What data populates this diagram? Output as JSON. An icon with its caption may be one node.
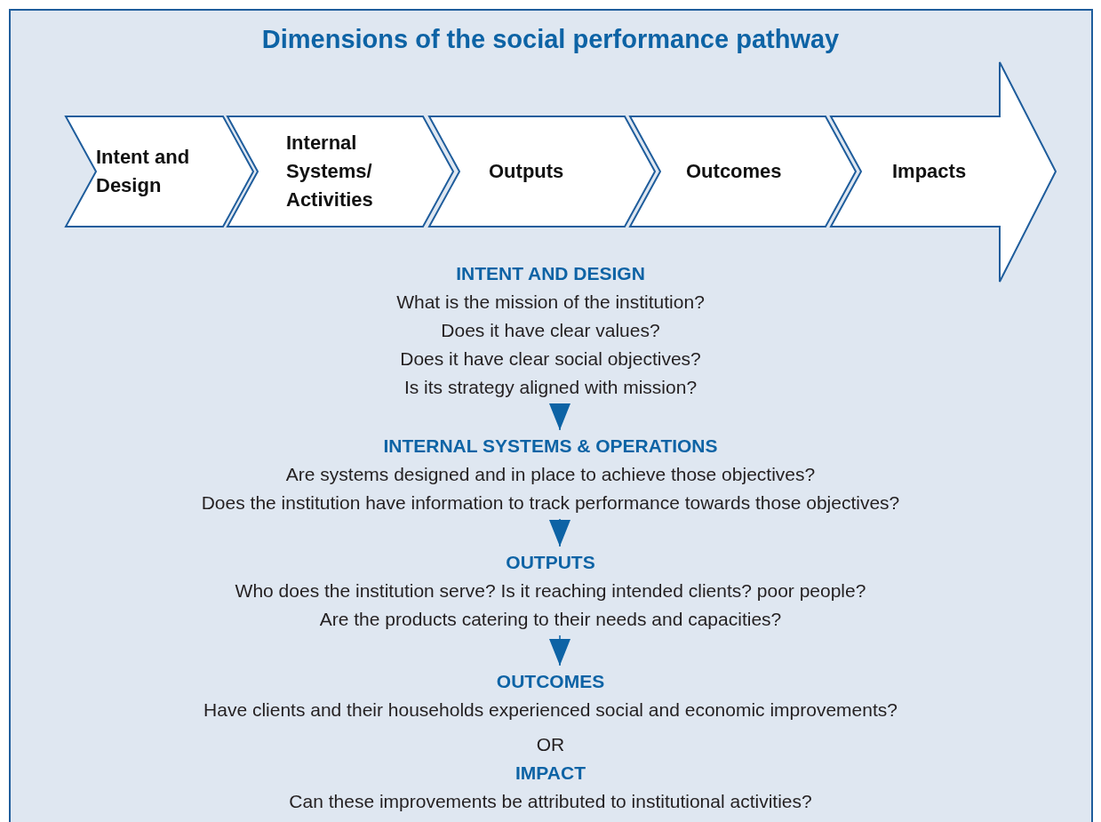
{
  "diagram": {
    "title": "Dimensions of the social performance pathway",
    "nodes": [
      {
        "text": [
          "Intent and Design"
        ]
      },
      {
        "text": [
          "Internal Systems/ Activities"
        ]
      },
      {
        "text": [
          "Outputs"
        ]
      },
      {
        "text": [
          "Outcomes"
        ]
      },
      {
        "text": [
          "Impacts"
        ]
      },
      {
        "text": [
          "INTENT AND DESIGN",
          "What is the mission of the institution?",
          "Does it have clear values?",
          "Does it have clear social objectives?",
          "Is its strategy aligned with mission?"
        ]
      },
      {
        "text": [
          "INTERNAL SYSTEMS & OPERATIONS",
          "Are systems designed and in place to achieve those objectives?",
          "Does the institution have information to track performance towards those objectives?"
        ]
      },
      {
        "text": [
          "OUTPUTS",
          "Who does the institution serve? Is it reaching intended clients? poor people?",
          "Are the products catering to their needs and capacities?"
        ]
      },
      {
        "text": [
          "OUTCOMES",
          "Have clients and their households experienced social and economic improvements?"
        ]
      },
      {
        "text": [
          "IMPACT",
          "Can these improvements be attributed to institutional activities?"
        ]
      }
    ],
    "edges": [
      {
        "from": 5,
        "to": 6,
        "arrow": "to"
      },
      {
        "from": 6,
        "to": 7,
        "arrow": "to"
      },
      {
        "from": 7,
        "to": 8,
        "arrow": "to"
      }
    ],
    "labels": [
      "OR"
    ]
  }
}
